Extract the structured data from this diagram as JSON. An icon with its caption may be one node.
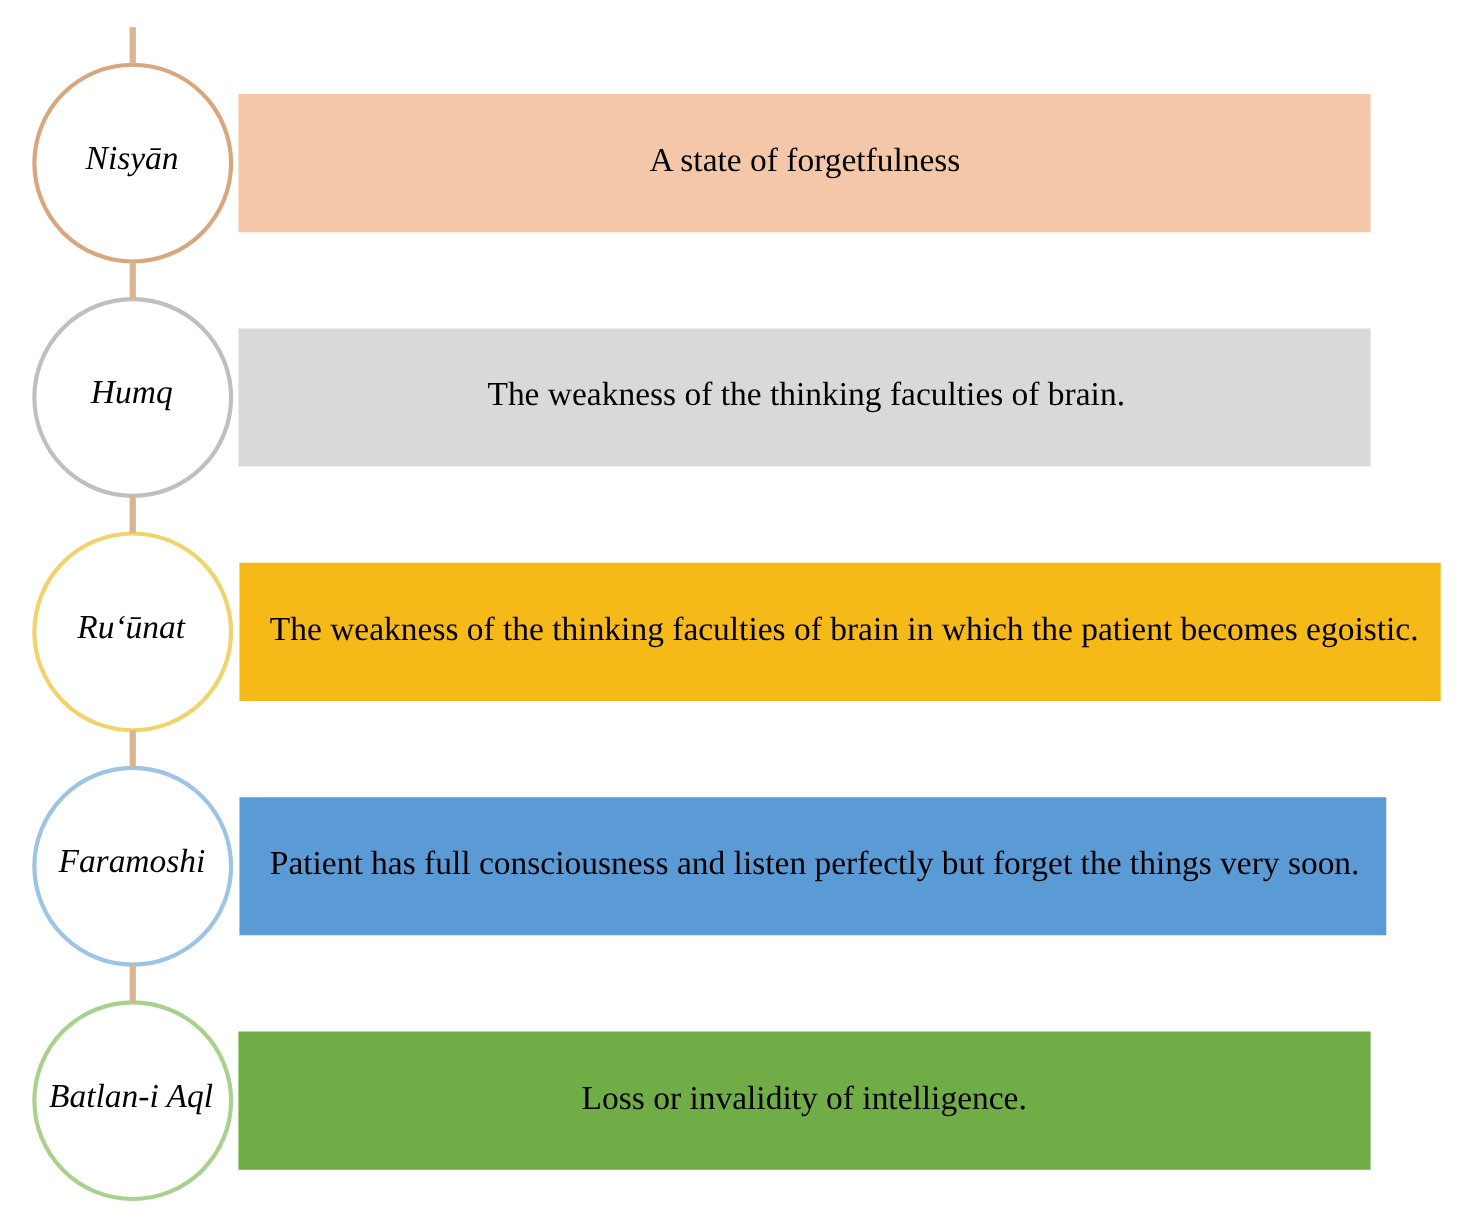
{
  "diagram": {
    "nodes": [
      {
        "text": [
          "Nisyān"
        ]
      },
      {
        "text": [
          "A state of forgetfulness"
        ]
      },
      {
        "text": [
          "Humq"
        ]
      },
      {
        "text": [
          "The weakness of the thinking faculties of brain."
        ]
      },
      {
        "text": [
          "Ru‘ūnat"
        ]
      },
      {
        "text": [
          "The weakness of the thinking faculties of brain in which the patient becomes egoistic."
        ]
      },
      {
        "text": [
          "Faramoshi"
        ]
      },
      {
        "text": [
          "Patient has full consciousness and listen perfectly but forget the things very soon."
        ]
      },
      {
        "text": [
          "Batlan-i Aql"
        ]
      },
      {
        "text": [
          "Loss or invalidity of intelligence."
        ]
      }
    ],
    "edges": [
      {
        "from": null,
        "to": 0,
        "arrow": "none"
      },
      {
        "from": 0,
        "to": 2,
        "arrow": "none"
      },
      {
        "from": 2,
        "to": 4,
        "arrow": "none"
      },
      {
        "from": 4,
        "to": 6,
        "arrow": "none"
      },
      {
        "from": 6,
        "to": 8,
        "arrow": "none"
      }
    ]
  }
}
